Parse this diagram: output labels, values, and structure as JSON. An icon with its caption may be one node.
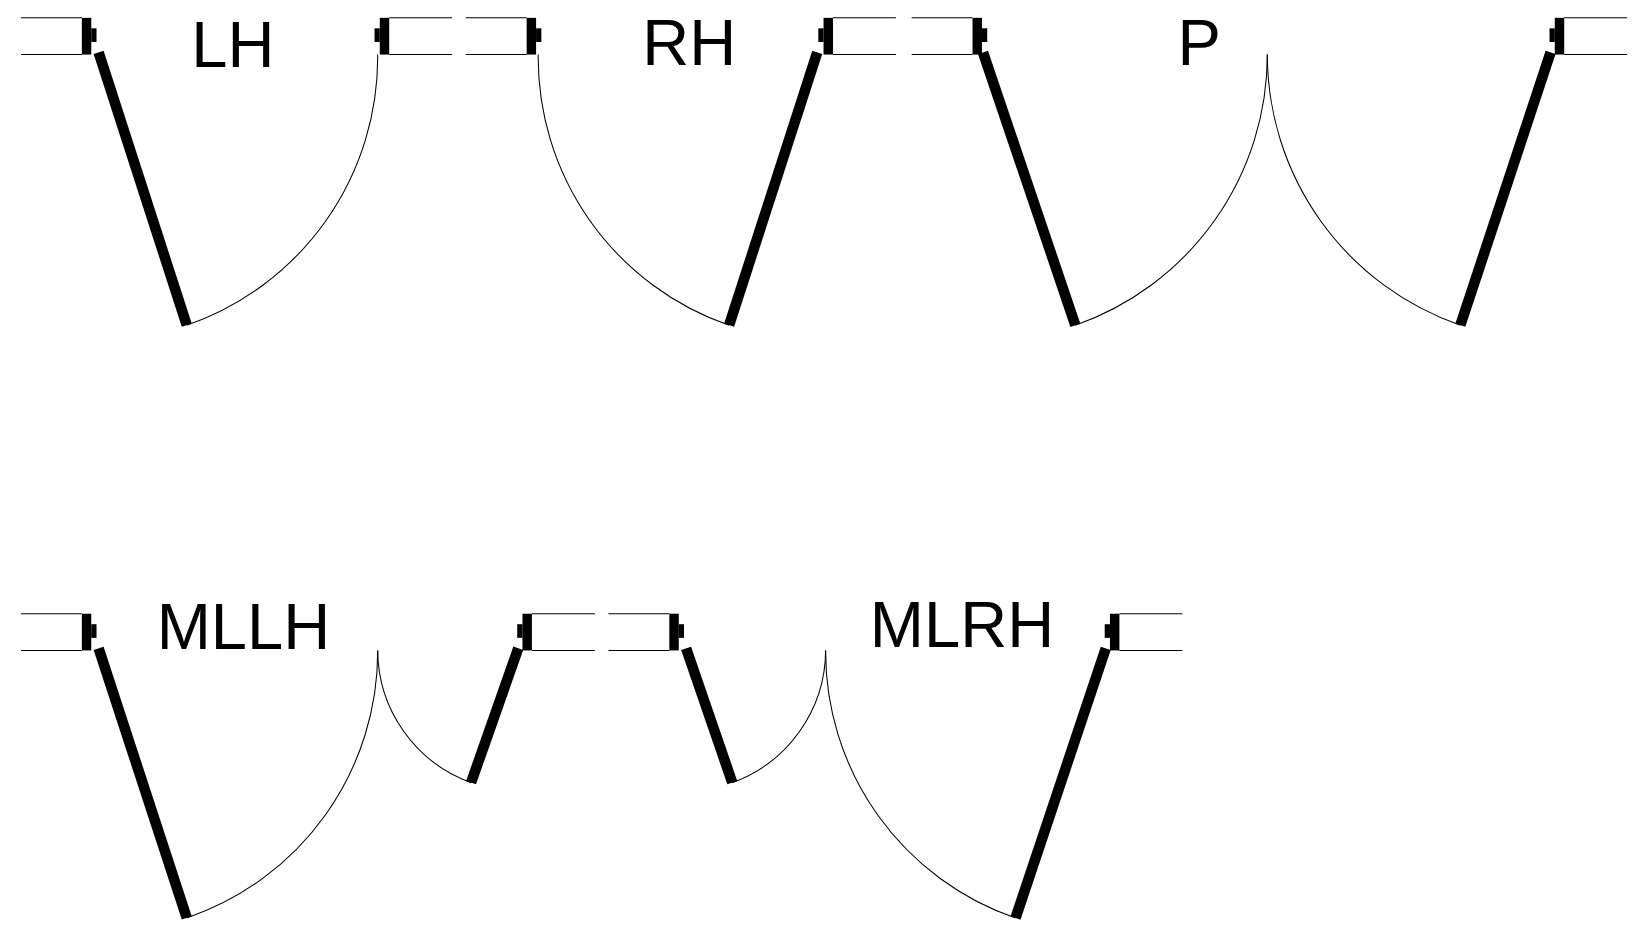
{
  "diagram": {
    "labels": [
      "LH",
      "RH",
      "P",
      "MLLH",
      "MLRH"
    ]
  }
}
